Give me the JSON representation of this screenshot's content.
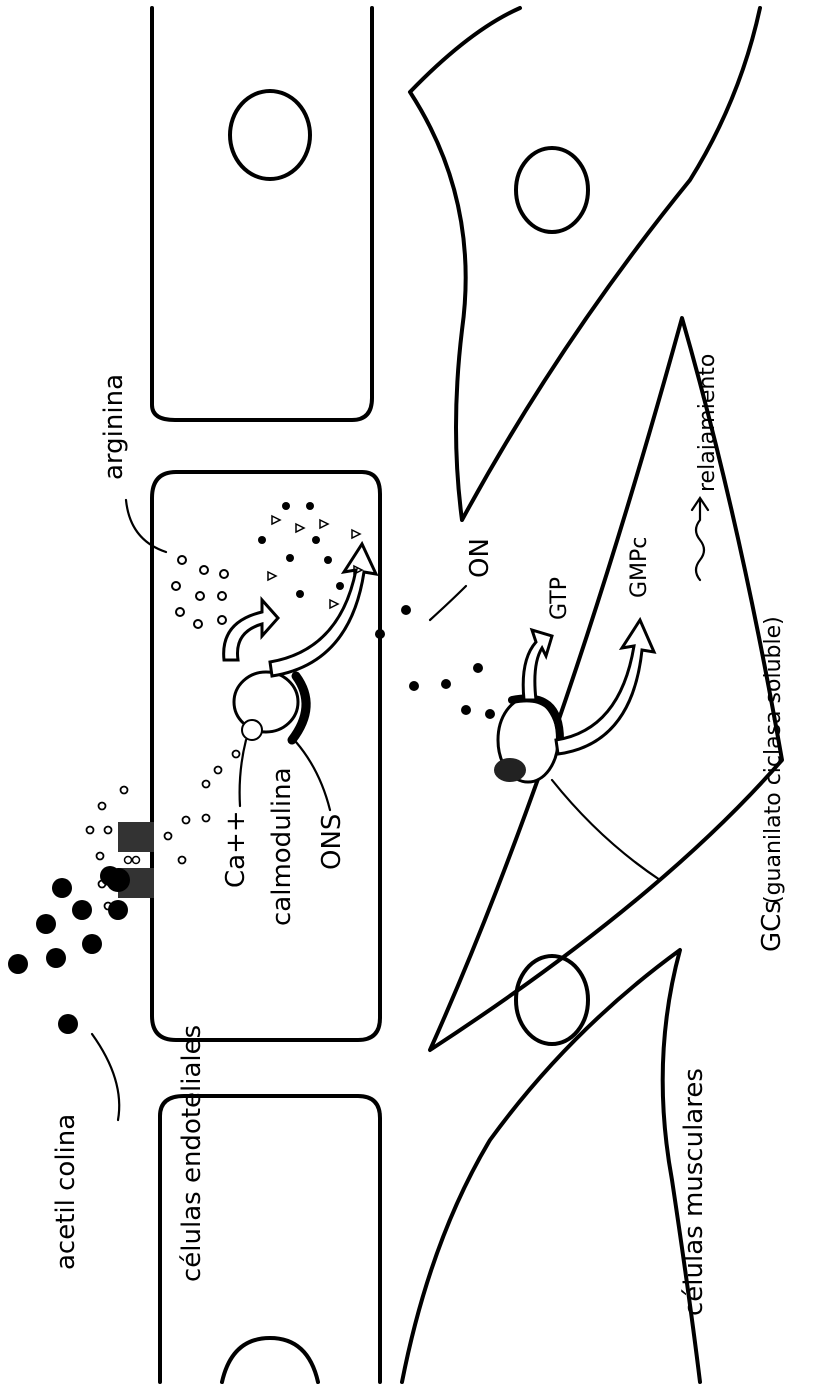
{
  "labels": {
    "acetilcolina": "acetil colina",
    "endoteliales": "células endoteliales",
    "musculares": "células musculares",
    "arginina": "arginina",
    "calcio": "Ca++",
    "calmodulina": "calmodulina",
    "ons": "ONS",
    "on": "ON",
    "gtp": "GTP",
    "gmpc": "GMPc",
    "relajamiento": "relajamiento",
    "gcs": "GCs",
    "gcs_desc": "(guanilato ciclasa soluble)"
  }
}
